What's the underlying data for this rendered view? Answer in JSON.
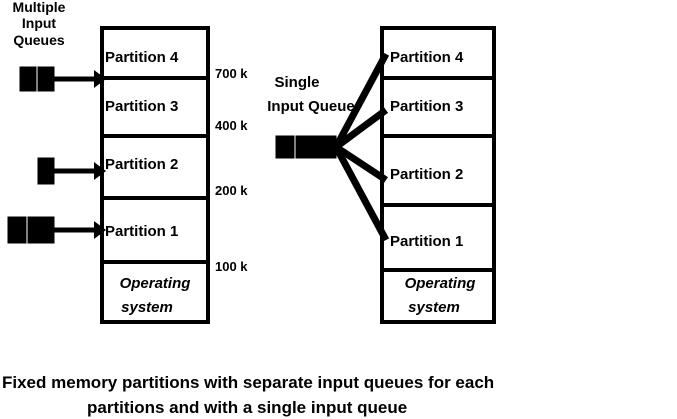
{
  "left_panel": {
    "heading": [
      "Multiple",
      "Input",
      "Queues"
    ],
    "partitions": [
      "Partition 4",
      "Partition 3",
      "Partition 2",
      "Partition 1"
    ],
    "os_label": [
      "Operating",
      "system"
    ],
    "memory_marks": [
      "700 k",
      "400 k",
      "200 k",
      "100 k"
    ]
  },
  "right_panel": {
    "heading": [
      "Single",
      "Input Queue"
    ],
    "partitions": [
      "Partition 4",
      "Partition 3",
      "Partition 2",
      "Partition 1"
    ],
    "os_label": [
      "Operating",
      "system"
    ]
  },
  "caption": [
    "Fixed memory partitions with separate input queues for  each",
    "partitions and with a single input queue"
  ],
  "colors": {
    "ink": "#000000",
    "background": "#ffffff"
  }
}
